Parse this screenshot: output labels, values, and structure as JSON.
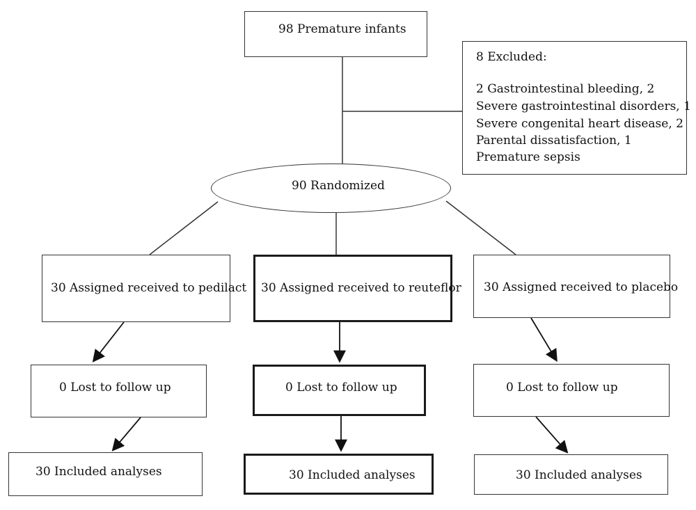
{
  "flowchart": {
    "top": {
      "label": "98 Premature infants"
    },
    "excluded": {
      "title": "8 Excluded:",
      "lines": [
        "2 Gastrointestinal bleeding, 2",
        "Severe gastrointestinal disorders, 1",
        "Severe congenital heart disease, 2",
        "Parental dissatisfaction, 1",
        "Premature sepsis"
      ]
    },
    "randomized": {
      "label": "90 Randomized"
    },
    "arms": [
      {
        "assigned": "30 Assigned received to pedilact",
        "lost": "0 Lost to follow up",
        "included": "30 Included analyses"
      },
      {
        "assigned": "30 Assigned received to reuteflor",
        "lost": "0 Lost to follow up",
        "included": "30 Included analyses"
      },
      {
        "assigned": "30 Assigned received to placebo",
        "lost": "0 Lost to follow up",
        "included": "30 Included analyses"
      }
    ]
  }
}
